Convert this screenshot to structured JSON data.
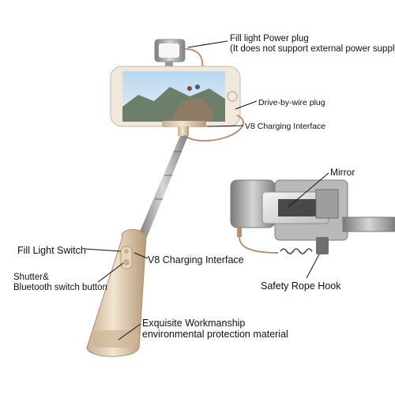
{
  "labels": {
    "fill_light_plug_line1": "Fill light Power plug",
    "fill_light_plug_line2": "(It does not support external power supply)",
    "drive_by_wire_plug": "Drive-by-wire plug",
    "v8_charging_top": "V8 Charging Interface",
    "mirror": "Mirror",
    "fill_light_switch": "Fill Light Switch",
    "v8_charging_mid": "V8 Charging Interface",
    "shutter_line1": "Shutter&",
    "shutter_line2": "Bluetooth switch button",
    "safety_rope_hook": "Safety Rope Hook",
    "workmanship_line1": "Exquisite Workmanship",
    "workmanship_line2": "environmental protection material"
  },
  "colors": {
    "gold": "#d9c3a5",
    "gold_dark": "#a98d6c",
    "metal": "#a3a3a3",
    "metal_dark": "#6f6f6f",
    "cable": "#b88f73",
    "phone_body": "#f0e7dd",
    "sky": "#9ec6e6",
    "mountains": "#6b7f6a"
  }
}
